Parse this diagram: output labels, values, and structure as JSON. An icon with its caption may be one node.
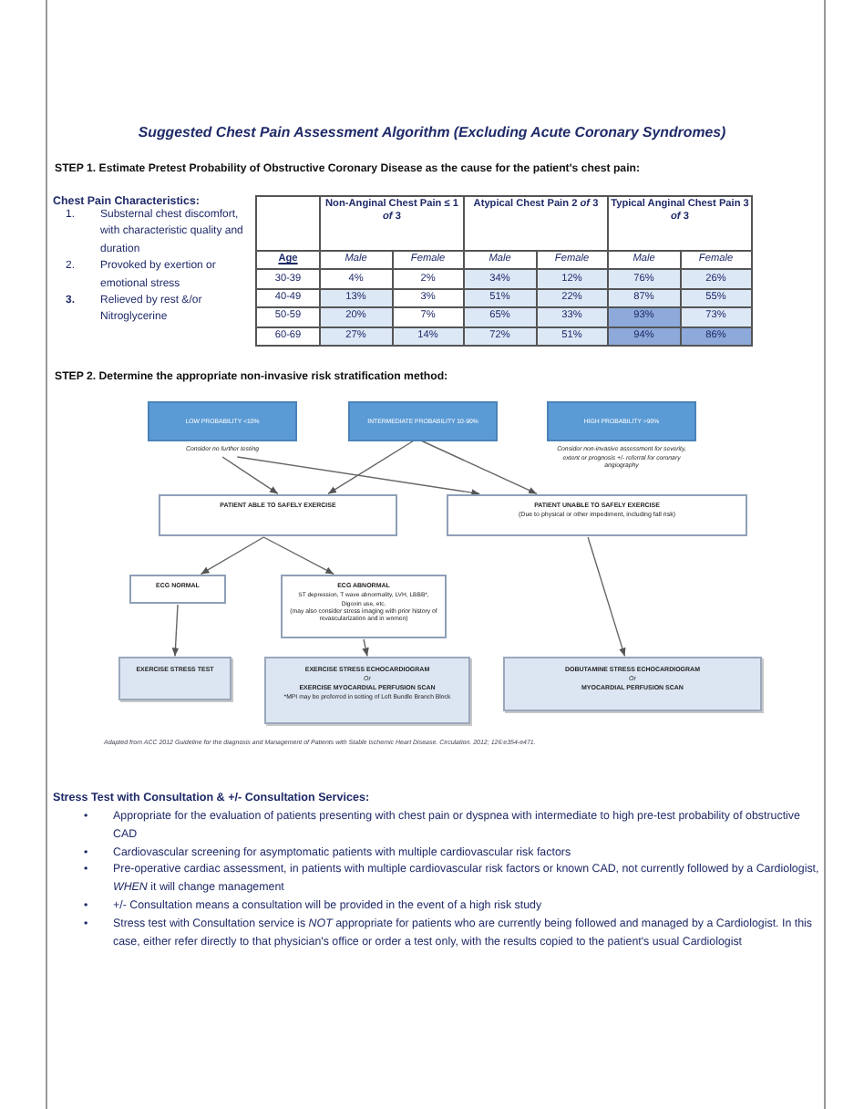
{
  "diagram": {
    "title": "Suggested Chest Pain Assessment Algorithm (Excluding Acute Coronary Syndromes)",
    "nodes": [
      {
        "text": [
          "LOW PROBABILITY <10%"
        ],
        "beside": [
          "Consider no further testing"
        ]
      },
      {
        "text": [
          "INTERMEDIATE PROBABILITY 10-90%"
        ]
      },
      {
        "text": [
          "HIGH PROBABILITY >90%"
        ],
        "beside": [
          "Consider non-invasive assessment for severity, extent or prognosis +/- referral for coronary angiography"
        ]
      },
      {
        "text": [
          "PATIENT ABLE TO SAFELY EXERCISE"
        ]
      },
      {
        "text": [
          "PATIENT UNABLE TO SAFELY EXERCISE",
          "(Due to physical or other impediment, including fall risk)"
        ]
      },
      {
        "text": [
          "ECG NORMAL"
        ]
      },
      {
        "text": [
          "ECG ABNORMAL",
          "ST depression, T wave abnormality, LVH, LBBB*, Digoxin use, etc.",
          "(may also consider stress imaging with prior history of revascularization and in women)"
        ]
      },
      {
        "text": [
          "EXERCISE STRESS TEST"
        ]
      },
      {
        "text": [
          "EXERCISE STRESS ECHOCARDIOGRAM",
          "Or",
          "EXERCISE MYOCARDIAL PERFUSION SCAN",
          "*MPI may be preferred in setting of Left Bundle Branch Block"
        ]
      },
      {
        "text": [
          "DOBUTAMINE STRESS ECHOCARDIOGRAM",
          "Or",
          "MYOCARDIAL PERFUSION SCAN"
        ]
      }
    ],
    "edges": [
      {
        "from": 0,
        "to": 3,
        "arrow": "to"
      },
      {
        "from": 0,
        "to": 4,
        "arrow": "to"
      },
      {
        "from": 1,
        "to": 3,
        "arrow": "to"
      },
      {
        "from": 1,
        "to": 4,
        "arrow": "to"
      },
      {
        "from": 3,
        "to": 5,
        "arrow": "to"
      },
      {
        "from": 3,
        "to": 6,
        "arrow": "to"
      },
      {
        "from": 5,
        "to": 7,
        "arrow": "to"
      },
      {
        "from": 6,
        "to": 8,
        "arrow": "to"
      },
      {
        "from": 4,
        "to": 9,
        "arrow": "to"
      }
    ],
    "labels": [
      "STEP 1.  Estimate Pretest Probability of Obstructive Coronary Disease as the cause for the patient's chest pain:",
      "Chest Pain Characteristics:",
      "1.",
      "Substernal chest discomfort, with characteristic quality and duration",
      "2.",
      "Provoked by exertion or emotional stress",
      "3.",
      "Relieved by rest &/or Nitroglycerine",
      "Non-Anginal Chest Pain ≤ 1 *of* 3",
      "Atypical Chest Pain 2 *of* 3",
      "Typical Anginal Chest Pain 3 *of* 3",
      "Age",
      "Male",
      "Female",
      "Male",
      "Female",
      "Male",
      "Female",
      "30-39",
      "4%",
      "2%",
      "34%",
      "12%",
      "76%",
      "26%",
      "40-49",
      "13%",
      "3%",
      "51%",
      "22%",
      "87%",
      "55%",
      "50-59",
      "20%",
      "7%",
      "65%",
      "33%",
      "93%",
      "73%",
      "60-69",
      "27%",
      "14%",
      "72%",
      "51%",
      "94%",
      "86%",
      "STEP 2.  Determine the appropriate non-invasive risk stratification method:",
      "Adapted from ACC 2012 Guideline for the diagnosis and Management of Patients with Stable Ischemic Heart Disease. Circulation. 2012; 126:e354-e471.",
      "Stress Test with Consultation & +/- Consultation Services:",
      "•",
      "Appropriate for the evaluation of patients presenting with chest pain or dyspnea with intermediate to high pre-test probability of obstructive CAD",
      "•",
      "Cardiovascular screening for asymptomatic patients with multiple cardiovascular risk factors",
      "•",
      "Pre-operative cardiac assessment, in patients with multiple cardiovascular risk factors or known CAD, not currently followed by a Cardiologist, *WHEN* it will change management",
      "•",
      "+/- Consultation means a consultation will be provided in the event of a high risk study",
      "•",
      "Stress test with Consultation service is *NOT* appropriate for patients who are currently being followed and managed by a Cardiologist.  In this case, either refer directly to that physician's office or order a test only, with the results copied to the patient's usual Cardiologist"
    ]
  }
}
